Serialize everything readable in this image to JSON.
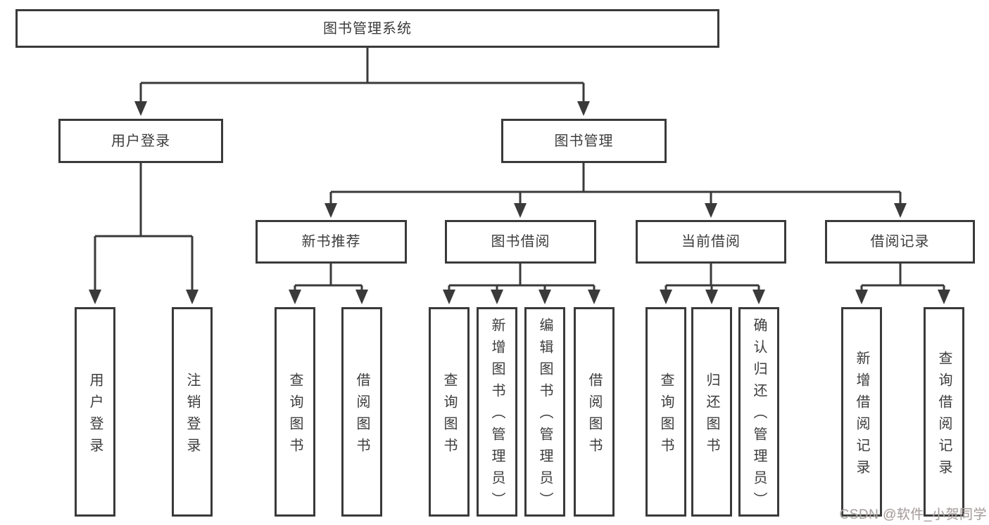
{
  "nodes": {
    "root": {
      "label": "图书管理系统"
    },
    "level2": [
      {
        "label": "用户登录"
      },
      {
        "label": "图书管理"
      }
    ],
    "level3": [
      {
        "label": "新书推荐"
      },
      {
        "label": "图书借阅"
      },
      {
        "label": "当前借阅"
      },
      {
        "label": "借阅记录"
      }
    ],
    "leaves": [
      {
        "label": "用户登录"
      },
      {
        "label": "注销登录"
      },
      {
        "label": "查询图书"
      },
      {
        "label": "借阅图书"
      },
      {
        "label": "查询图书"
      },
      {
        "label": "新增图书（管理员）"
      },
      {
        "label": "编辑图书（管理员）"
      },
      {
        "label": "借阅图书"
      },
      {
        "label": "查询图书"
      },
      {
        "label": "归还图书"
      },
      {
        "label": "确认归还（管理员）"
      },
      {
        "label": "新增借阅记录"
      },
      {
        "label": "查询借阅记录"
      }
    ]
  },
  "watermark": "CSDN @软件_小贺同学",
  "colors": {
    "line": "#3a3a3a",
    "text": "#3c3c3c",
    "watermark": "#a3a3a3",
    "background": "#ffffff"
  }
}
